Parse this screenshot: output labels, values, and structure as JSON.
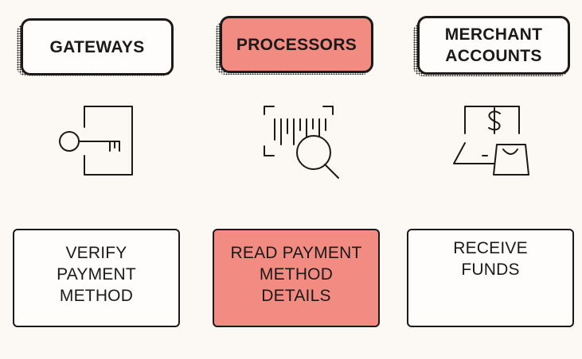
{
  "columns": [
    {
      "id": "gateways",
      "title": "GATEWAYS",
      "description": "VERIFY\nPAYMENT\nMETHOD",
      "icon": "key-icon",
      "highlight": false
    },
    {
      "id": "processors",
      "title": "PROCESSORS",
      "description": "READ PAYMENT\nMETHOD\nDETAILS",
      "icon": "barcode-search-icon",
      "highlight": true
    },
    {
      "id": "merchant-accounts",
      "title": "MERCHANT\nACCOUNTS",
      "description": "RECEIVE\nFUNDS",
      "icon": "laptop-shopping-bag-icon",
      "highlight": false
    }
  ],
  "colors": {
    "background": "#fcf8f3",
    "highlight": "#f28b82",
    "ink": "#1c1a19",
    "box": "#fffdfb"
  }
}
